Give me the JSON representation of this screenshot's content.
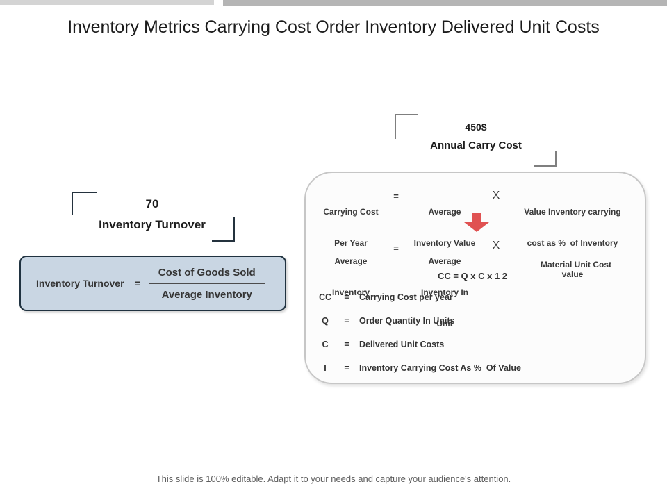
{
  "slide": {
    "title": "Inventory Metrics Carrying Cost Order Inventory Delivered Unit Costs",
    "footer": "This slide is 100% editable. Adapt it to your needs and capture your audience's attention."
  },
  "turnover_callout": {
    "value": "70",
    "label": "Inventory Turnover"
  },
  "turnover_formula": {
    "lhs": "Inventory Turnover",
    "equals": "=",
    "numerator": "Cost of Goods Sold",
    "denominator": "Average Inventory"
  },
  "carry_callout": {
    "value": "450$",
    "label": "Annual Carry Cost"
  },
  "panel": {
    "row1": {
      "lhs_line1": "Carrying Cost",
      "lhs_line2": "Per Year",
      "equals": "=",
      "mid_line1": "Average",
      "mid_line2": "Inventory Value",
      "times": "X",
      "rhs_line1": "Value Inventory carrying",
      "rhs_line2": "cost as %  of Inventory",
      "rhs_line3": "value"
    },
    "row2": {
      "lhs_line1": "Average",
      "lhs_line2": "Inventory",
      "equals": "=",
      "mid_line1": "Average",
      "mid_line2": "Inventory In",
      "mid_line3": "Unit",
      "times": "X",
      "rhs_line1": "Material Unit Cost"
    },
    "cc_formula": "CC = Q x C x 1 2",
    "legend": [
      {
        "symbol": "CC",
        "equals": "=",
        "meaning": "Carrying Cost per year"
      },
      {
        "symbol": "Q",
        "equals": "=",
        "meaning": "Order Quantity In Units"
      },
      {
        "symbol": "C",
        "equals": "=",
        "meaning": "Delivered Unit Costs"
      },
      {
        "symbol": "I",
        "equals": "=",
        "meaning": "Inventory Carrying Cost As %  Of Value"
      }
    ]
  },
  "colors": {
    "callout_dark": "#24323e",
    "callout_gray": "#7f7f7f",
    "formula_box_fill": "#c9d6e3",
    "formula_box_border": "#203240",
    "panel_border": "#c6c6c6",
    "arrow_red": "#e05252"
  }
}
